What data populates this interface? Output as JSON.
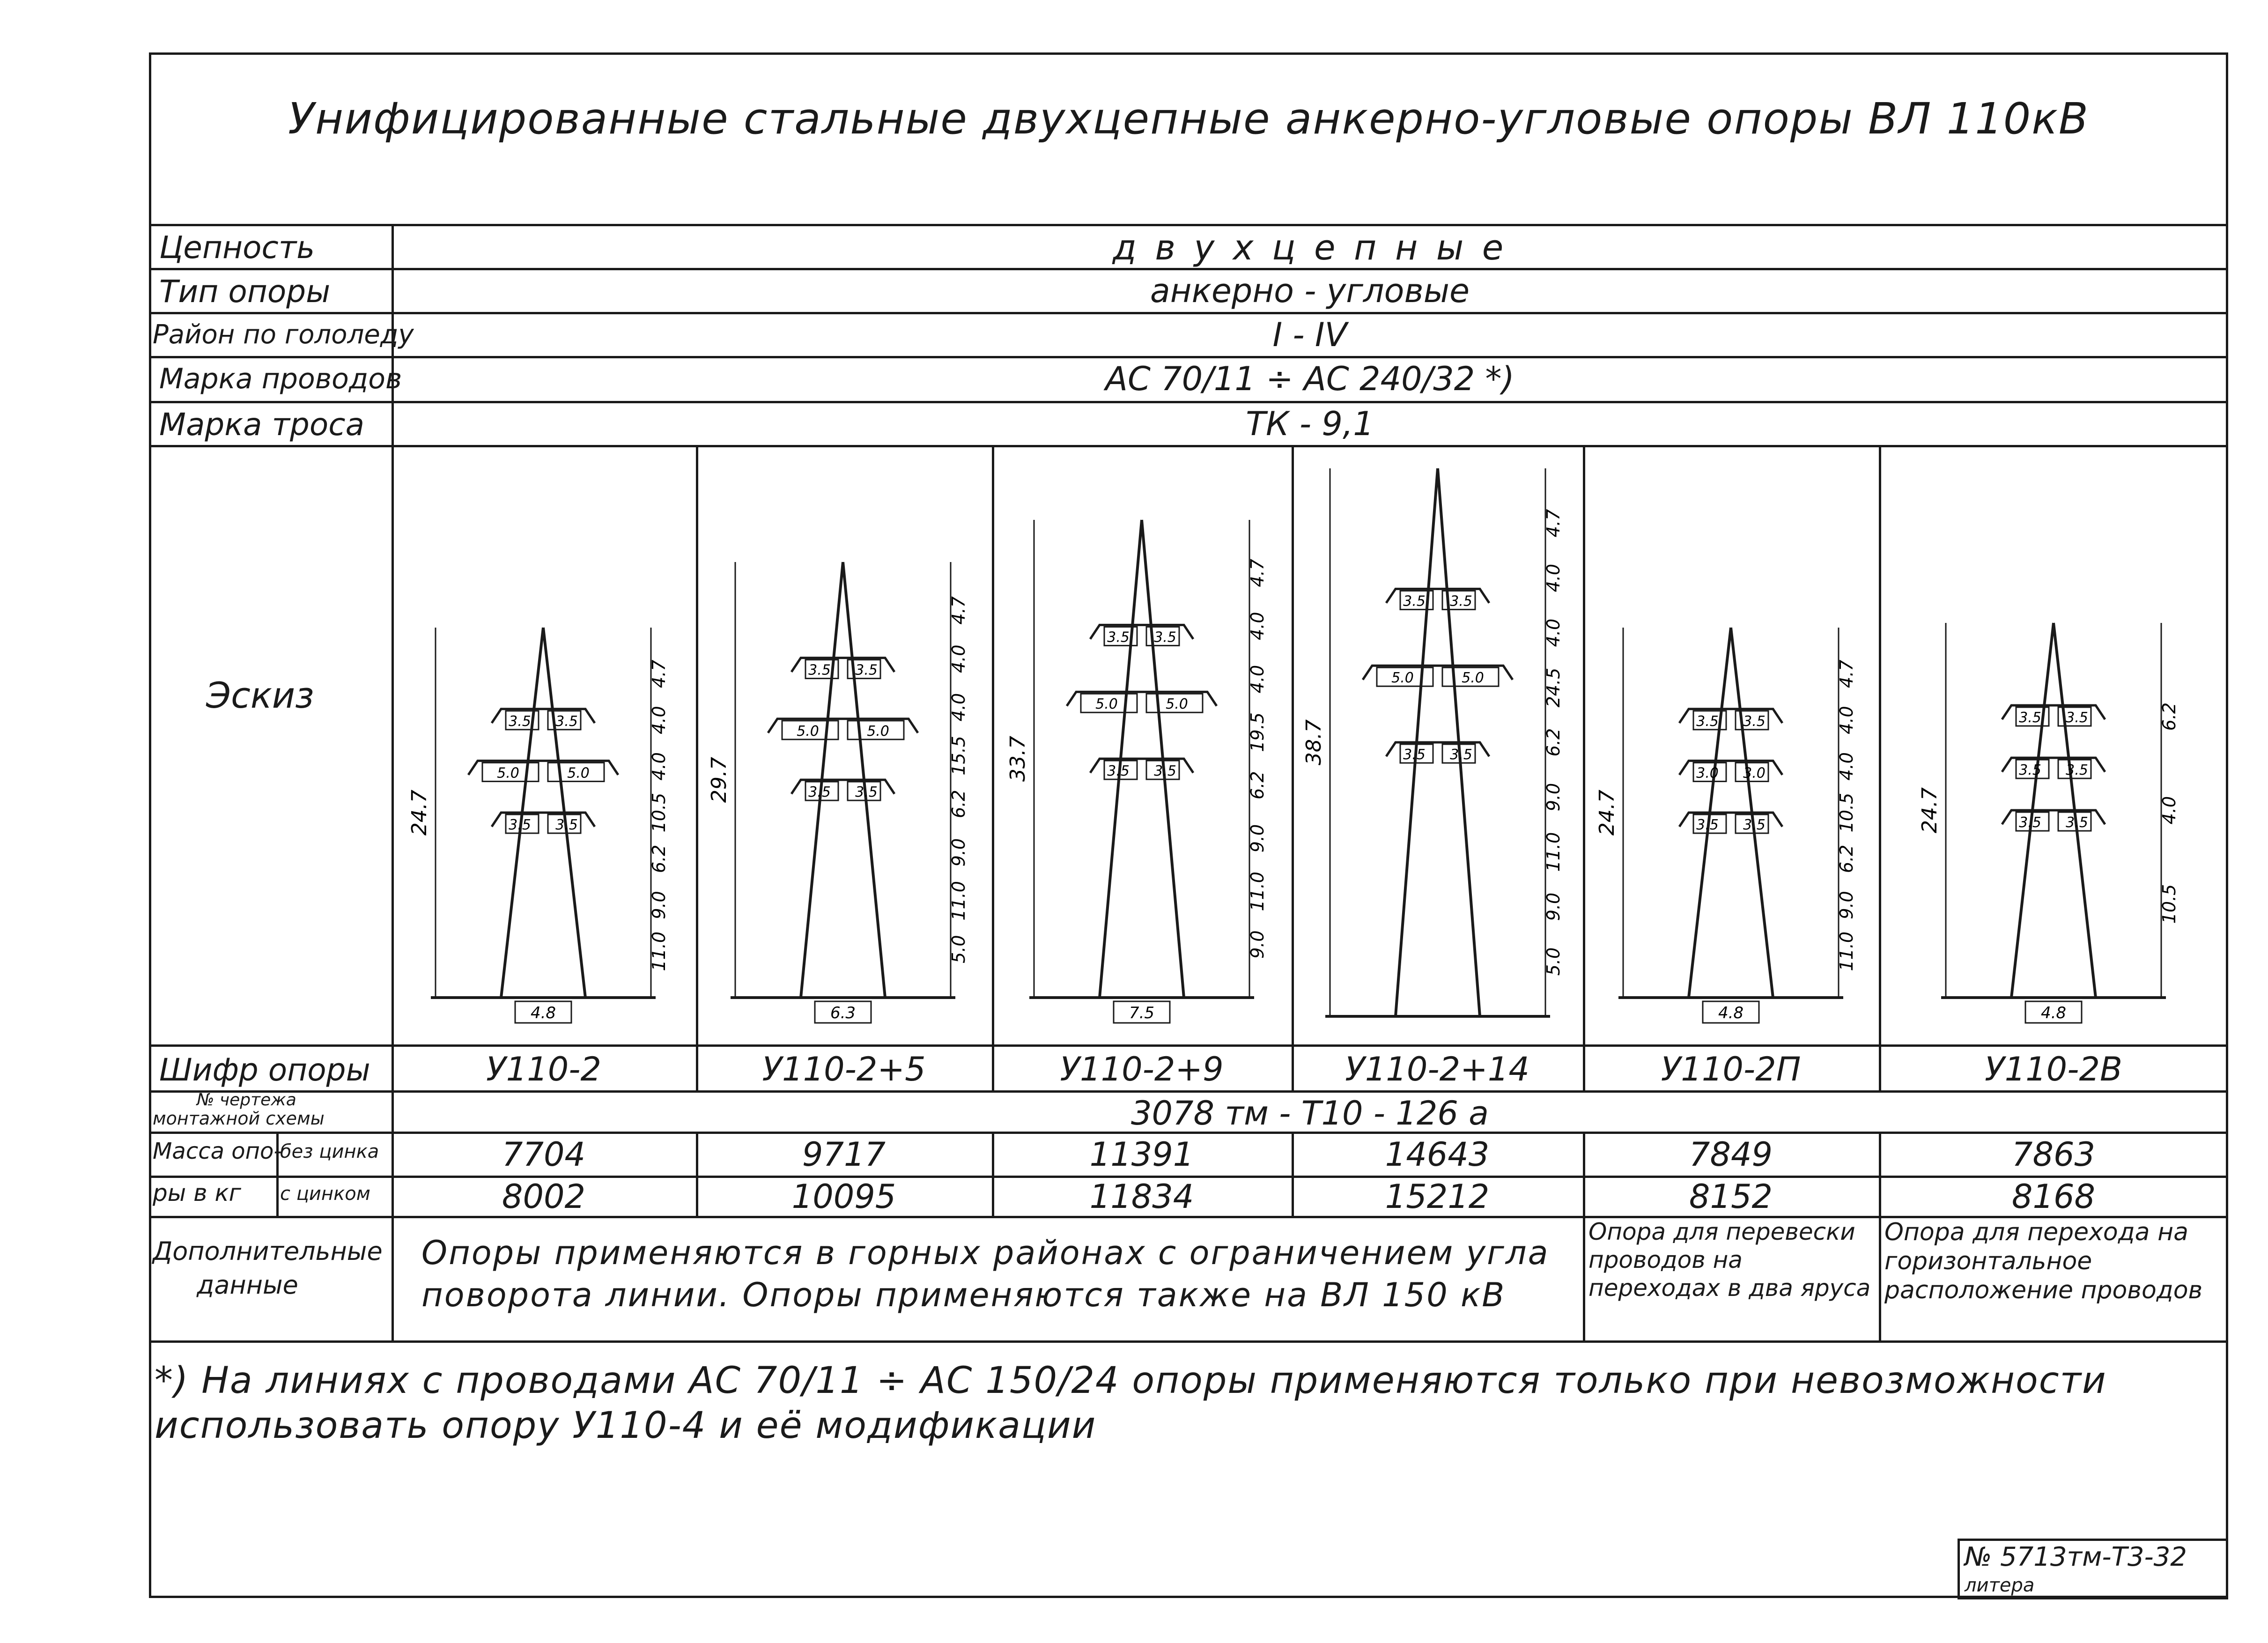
{
  "title": "Унифицированные стальные двухцепные анкерно-угловые опоры ВЛ 110кВ",
  "rows": {
    "circuits": {
      "label": "Цепность",
      "value": "д в у х ц е п н ы е"
    },
    "tower_type": {
      "label": "Тип опоры",
      "value": "анкерно - угловые"
    },
    "ice_region": {
      "label": "Район по гололеду",
      "value": "I - IV"
    },
    "wire_brand": {
      "label": "Марка проводов",
      "value": "АС 70/11 ÷ АС 240/32 *)"
    },
    "cable_brand": {
      "label": "Марка троса",
      "value": "ТК - 9,1"
    },
    "sketch": {
      "label": "Эскиз"
    },
    "cipher": {
      "label": "Шифр опоры"
    },
    "drawing": {
      "label_1": "№ чертежа",
      "label_2": "монтажной схемы",
      "value": "3078 тм - Т10 - 126 а"
    },
    "mass": {
      "label_1": "Масса опо-",
      "label_2": "ры в кг",
      "sub_no_zinc": "без цинка",
      "sub_zinc": "с цинком"
    },
    "additional": {
      "label_1": "Дополнительные",
      "label_2": "данные"
    }
  },
  "towers": [
    {
      "cipher": "У110-2",
      "mass_no_zinc": "7704",
      "mass_zinc": "8002",
      "height": "24.7",
      "base": "4.8",
      "dims": [
        "4.7",
        "4.0",
        "4.0",
        "10.5",
        "6.2",
        "9.0",
        "11.0"
      ],
      "widths": [
        [
          "3.5",
          "3.5"
        ],
        [
          "5.0",
          "5.0"
        ],
        [
          "3.5",
          "3.5"
        ]
      ]
    },
    {
      "cipher": "У110-2+5",
      "mass_no_zinc": "9717",
      "mass_zinc": "10095",
      "height": "29.7",
      "base": "6.3",
      "dims": [
        "4.7",
        "4.0",
        "4.0",
        "15.5",
        "6.2",
        "9.0",
        "11.0",
        "5.0"
      ],
      "widths": [
        [
          "3.5",
          "3.5"
        ],
        [
          "5.0",
          "5.0"
        ],
        [
          "3.5",
          "3.5"
        ]
      ]
    },
    {
      "cipher": "У110-2+9",
      "mass_no_zinc": "11391",
      "mass_zinc": "11834",
      "height": "33.7",
      "base": "7.5",
      "dims": [
        "4.7",
        "4.0",
        "4.0",
        "19.5",
        "6.2",
        "9.0",
        "11.0",
        "9.0"
      ],
      "widths": [
        [
          "3.5",
          "3.5"
        ],
        [
          "5.0",
          "5.0"
        ],
        [
          "3.5",
          "3.5"
        ]
      ]
    },
    {
      "cipher": "У110-2+14",
      "mass_no_zinc": "14643",
      "mass_zinc": "15212",
      "height": "38.7",
      "base": "",
      "dims": [
        "4.7",
        "4.0",
        "4.0",
        "24.5",
        "6.2",
        "9.0",
        "11.0",
        "9.0",
        "5.0"
      ],
      "widths": [
        [
          "3.5",
          "3.5"
        ],
        [
          "5.0",
          "5.0"
        ],
        [
          "3.5",
          "3.5"
        ]
      ]
    },
    {
      "cipher": "У110-2П",
      "mass_no_zinc": "7849",
      "mass_zinc": "8152",
      "height": "24.7",
      "base": "4.8",
      "dims": [
        "4.7",
        "4.0",
        "4.0",
        "10.5",
        "6.2",
        "9.0",
        "11.0"
      ],
      "widths": [
        [
          "3.5",
          "3.5"
        ],
        [
          "3.0",
          "3.0"
        ],
        [
          "3.5",
          "3.5"
        ]
      ]
    },
    {
      "cipher": "У110-2В",
      "mass_no_zinc": "7863",
      "mass_zinc": "8168",
      "height": "24.7",
      "base": "4.8",
      "dims": [
        "6.2",
        "4.0",
        "10.5"
      ],
      "widths": [
        [
          "3.5",
          "3.5"
        ],
        [
          "3.5",
          "3.5"
        ],
        [
          "3.5",
          "3.5"
        ]
      ]
    }
  ],
  "additional_main": "Опоры применяются в горных районах с ограничением угла поворота линии. Опоры применяются также на ВЛ 150 кВ",
  "additional_p": "Опора для перевески проводов на переходах в два яруса",
  "additional_v": "Опора для перехода на горизонтальное расположение проводов",
  "footnote": "*) На линиях с проводами АС 70/11 ÷ АС 150/24 опоры применяются только при невозможности использовать опору У110-4 и её модификации",
  "stamp": {
    "code": "№ 5713тм-Т3-32",
    "sub": "литера"
  }
}
